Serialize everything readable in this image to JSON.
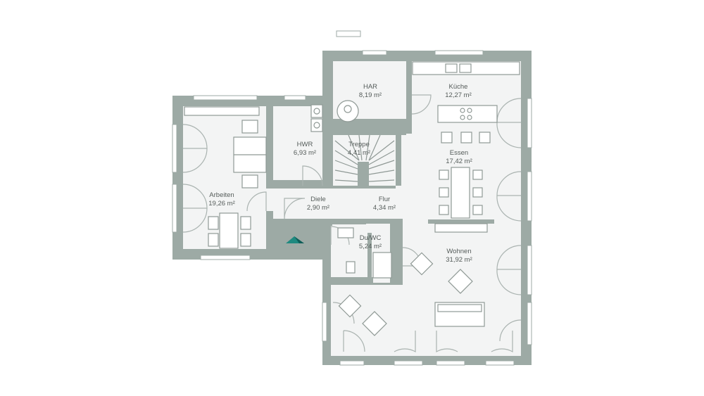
{
  "rooms": {
    "har": {
      "name": "HAR",
      "area": "8,19 m²"
    },
    "kueche": {
      "name": "Küche",
      "area": "12,27 m²"
    },
    "hwr": {
      "name": "HWR",
      "area": "6,93 m²"
    },
    "treppe": {
      "name": "Treppe",
      "area": "4,41 m²"
    },
    "essen": {
      "name": "Essen",
      "area": "17,42 m²"
    },
    "arbeiten": {
      "name": "Arbeiten",
      "area": "19,26 m²"
    },
    "diele": {
      "name": "Diele",
      "area": "2,90 m²"
    },
    "flur": {
      "name": "Flur",
      "area": "4,34 m²"
    },
    "duwc": {
      "name": "Du/WC",
      "area": "5,24 m²"
    },
    "wohnen": {
      "name": "Wohnen",
      "area": "31,92 m²"
    }
  },
  "colors": {
    "wall": "#9daaa5",
    "floor": "#f3f4f4",
    "entrance_marker": "#1f8a80"
  }
}
